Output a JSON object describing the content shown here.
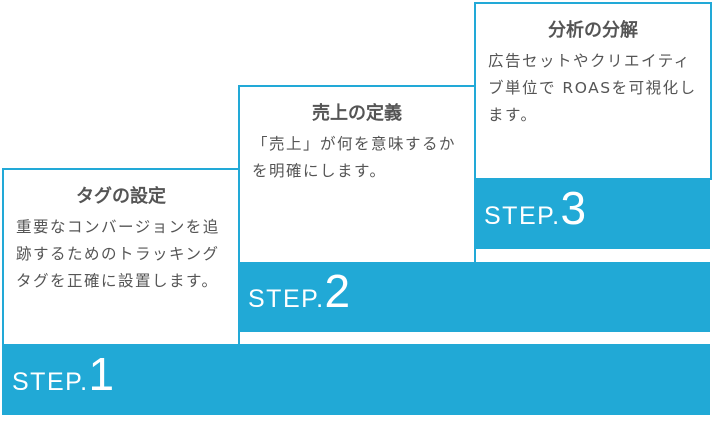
{
  "steps": [
    {
      "prefix": "STEP.",
      "number": "1",
      "title": "タグの設定",
      "body": "重要なコンバージョンを追跡するためのトラッキングタグを正確に設置します。"
    },
    {
      "prefix": "STEP.",
      "number": "2",
      "title": "売上の定義",
      "body": "「売上」が何を意味するかを明確にします。"
    },
    {
      "prefix": "STEP.",
      "number": "3",
      "title": "分析の分解",
      "body": "広告セットやクリエイティブ単位で ROASを可視化します。"
    }
  ],
  "colors": {
    "accent": "#21a9d6",
    "text": "#555555"
  }
}
